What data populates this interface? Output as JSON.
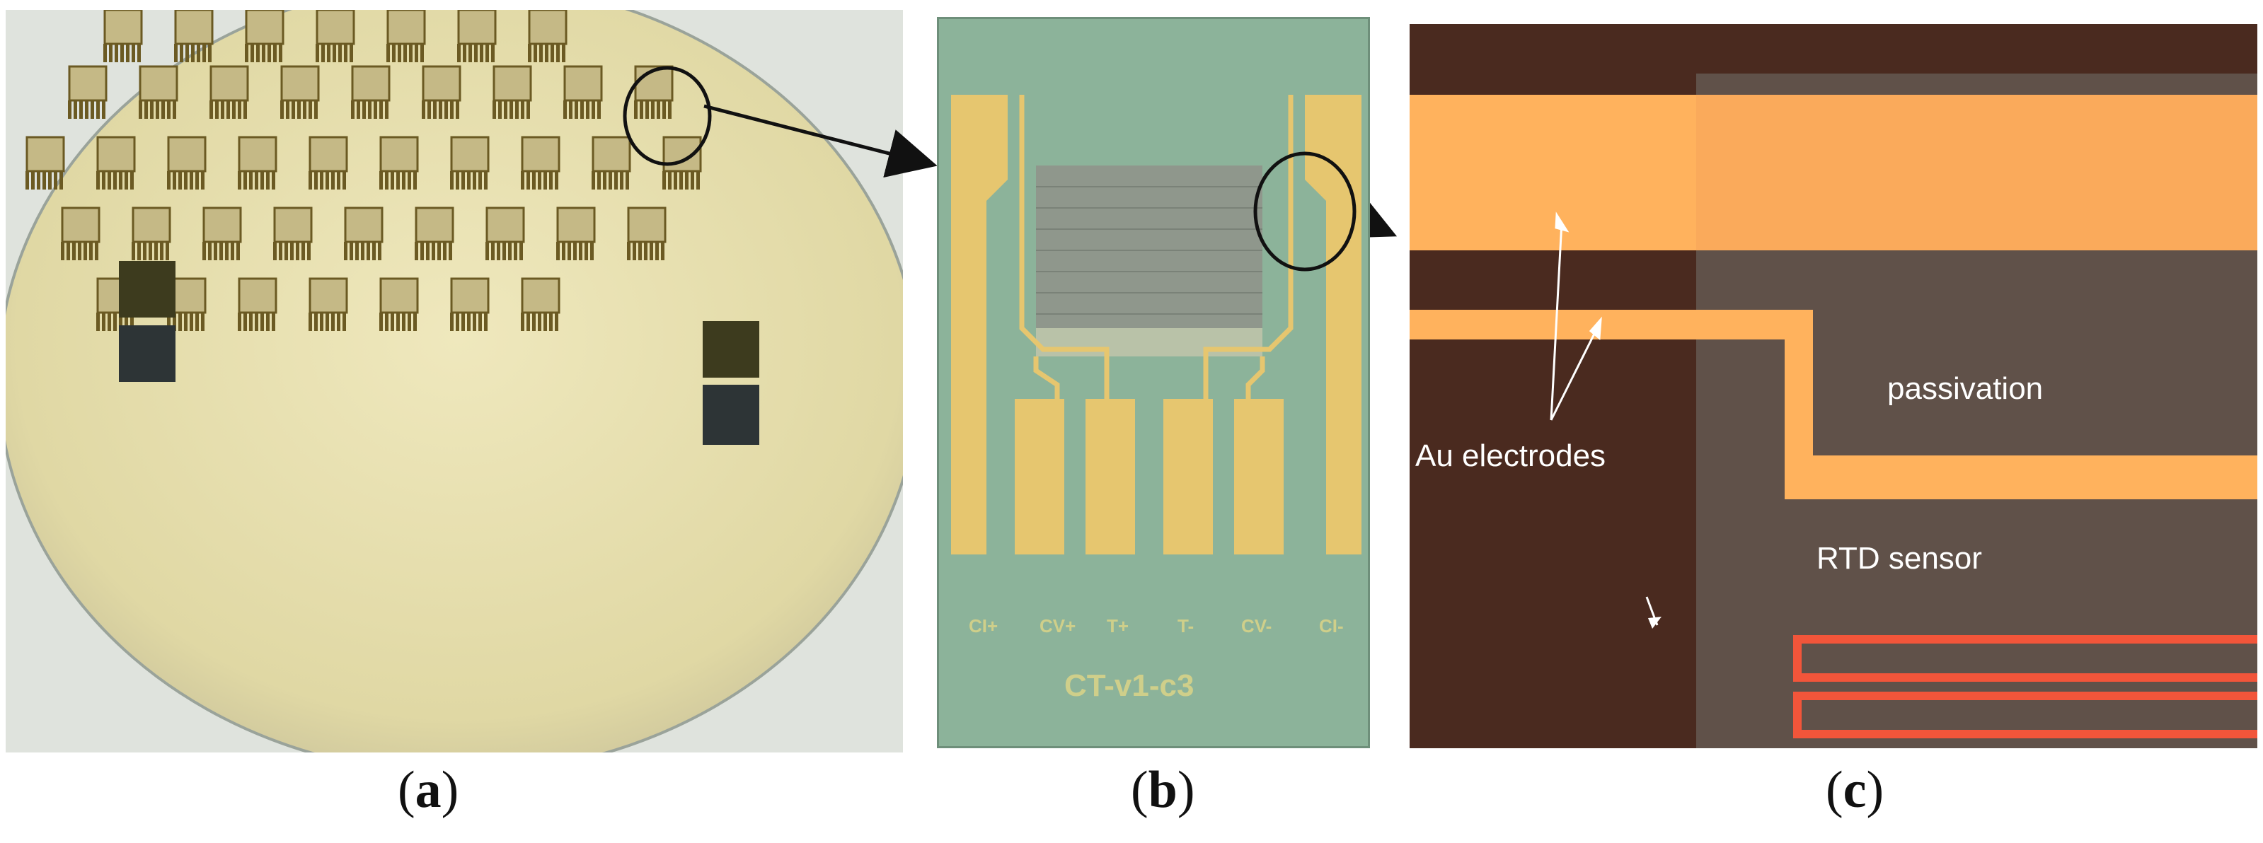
{
  "figure": {
    "captions": {
      "a": {
        "open": "(",
        "letter": "a",
        "close": ")"
      },
      "b": {
        "open": "(",
        "letter": "b",
        "close": ")"
      },
      "c": {
        "open": "(",
        "letter": "c",
        "close": ")"
      }
    },
    "panel_b": {
      "pad_labels": [
        "CI+",
        "CV+",
        "T+",
        "T-",
        "CV-",
        "CI-"
      ],
      "chip_id": "CT-v1-c3"
    },
    "panel_c": {
      "labels": {
        "au_electrodes": "Au electrodes",
        "passivation": "passivation",
        "rtd_sensor": "RTD sensor"
      }
    },
    "colors": {
      "wafer": "#e6dfae",
      "chip_substrate": "#8fb59a",
      "gold_pad": "#e6c66f",
      "electrode_orange": "#ffb05a",
      "rtd_red": "#f2553a",
      "dark_substrate": "#4a2a1f"
    }
  }
}
